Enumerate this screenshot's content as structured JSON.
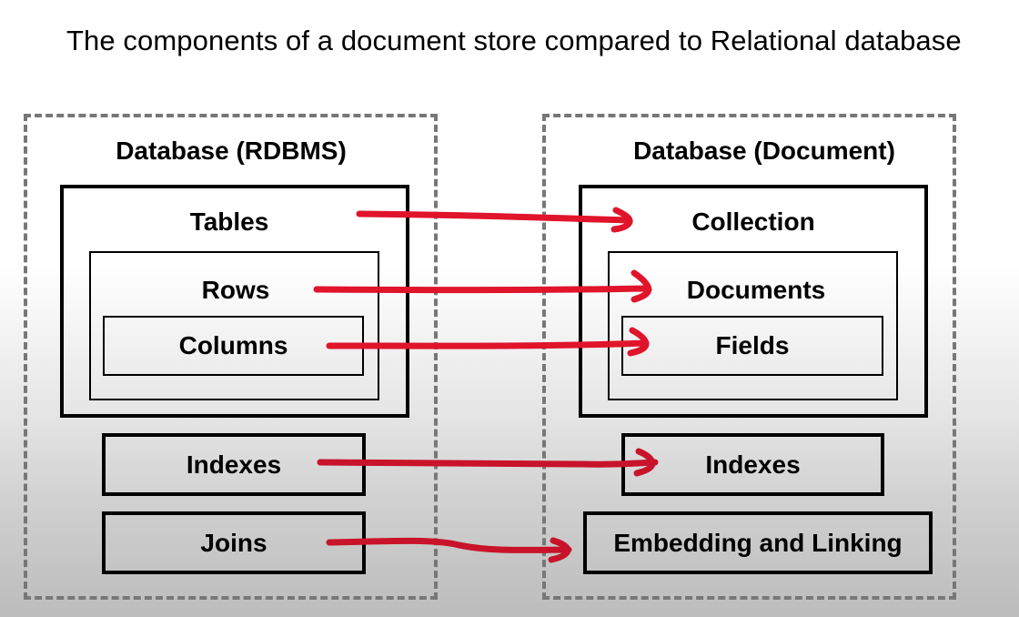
{
  "title": "The components of a document store compared to Relational database",
  "colors": {
    "arrow": "#e0142b",
    "dashed_border": "#777777",
    "box_border": "#000000"
  },
  "left": {
    "heading": "Database (RDBMS)",
    "tables": "Tables",
    "rows": "Rows",
    "columns": "Columns",
    "indexes": "Indexes",
    "joins": "Joins"
  },
  "right": {
    "heading": "Database (Document)",
    "collection": "Collection",
    "documents": "Documents",
    "fields": "Fields",
    "indexes": "Indexes",
    "embedding": "Embedding and Linking"
  },
  "mappings": [
    {
      "from": "Tables",
      "to": "Collection"
    },
    {
      "from": "Rows",
      "to": "Documents"
    },
    {
      "from": "Columns",
      "to": "Fields"
    },
    {
      "from": "Indexes",
      "to": "Indexes"
    },
    {
      "from": "Joins",
      "to": "Embedding and Linking"
    }
  ]
}
